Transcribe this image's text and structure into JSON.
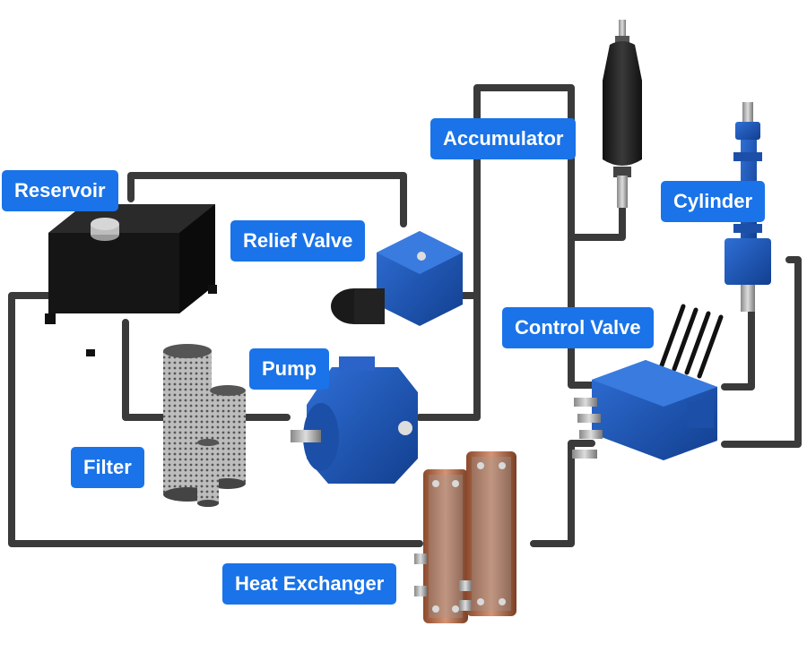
{
  "diagram": {
    "labels": {
      "reservoir": "Reservoir",
      "relief_valve": "Relief Valve",
      "accumulator": "Accumulator",
      "cylinder": "Cylinder",
      "control_valve": "Control Valve",
      "pump": "Pump",
      "filter": "Filter",
      "heat_exchanger": "Heat Exchanger"
    },
    "colors": {
      "label_background": "#1a73e8",
      "label_text": "#ffffff",
      "pipe": "#3a3a3a",
      "component_blue": "#1c4fa8",
      "component_black": "#1a1a1a",
      "heat_exchanger_copper": "#b8704a"
    }
  }
}
